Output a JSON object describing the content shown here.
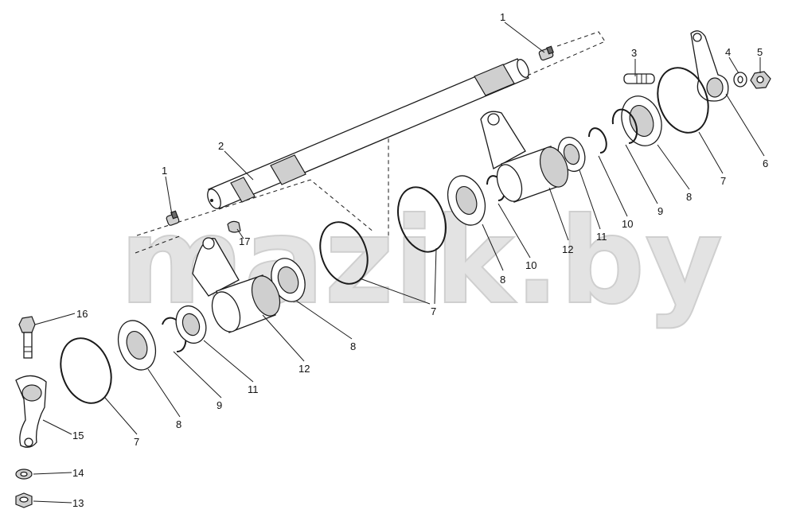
{
  "watermark": "mazik.by",
  "callouts": [
    {
      "id": "c1a",
      "text": "1"
    },
    {
      "id": "c1b",
      "text": "1"
    },
    {
      "id": "c2",
      "text": "2"
    },
    {
      "id": "c3",
      "text": "3"
    },
    {
      "id": "c4",
      "text": "4"
    },
    {
      "id": "c5",
      "text": "5"
    },
    {
      "id": "c6",
      "text": "6"
    },
    {
      "id": "c7a",
      "text": "7"
    },
    {
      "id": "c7b",
      "text": "7"
    },
    {
      "id": "c7c",
      "text": "7"
    },
    {
      "id": "c8a",
      "text": "8"
    },
    {
      "id": "c8b",
      "text": "8"
    },
    {
      "id": "c8c",
      "text": "8"
    },
    {
      "id": "c8d",
      "text": "8"
    },
    {
      "id": "c9a",
      "text": "9"
    },
    {
      "id": "c9b",
      "text": "9"
    },
    {
      "id": "c10a",
      "text": "10"
    },
    {
      "id": "c10b",
      "text": "10"
    },
    {
      "id": "c11a",
      "text": "11"
    },
    {
      "id": "c11b",
      "text": "11"
    },
    {
      "id": "c12a",
      "text": "12"
    },
    {
      "id": "c12b",
      "text": "12"
    },
    {
      "id": "c13",
      "text": "13"
    },
    {
      "id": "c14",
      "text": "14"
    },
    {
      "id": "c15",
      "text": "15"
    },
    {
      "id": "c16",
      "text": "16"
    },
    {
      "id": "c17",
      "text": "17"
    }
  ]
}
